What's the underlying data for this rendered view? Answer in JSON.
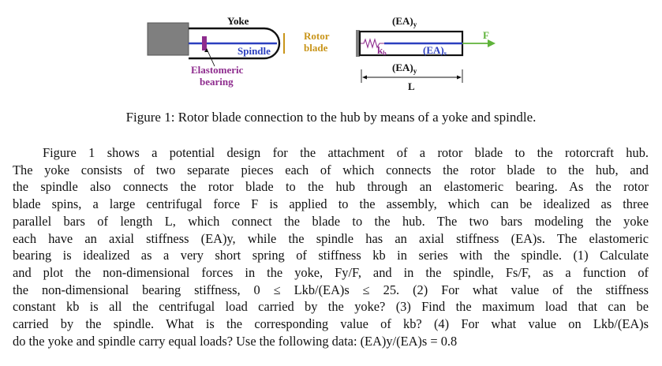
{
  "figure": {
    "labels": {
      "yoke": "Yoke",
      "spindle": "Spindle",
      "rotor_blade": [
        "Rotor",
        "blade"
      ],
      "elastomeric_bearing": [
        "Elastomeric",
        "bearing"
      ],
      "ea_top": "(EA)",
      "ea_top_sub": "y",
      "ea_mid": "(EA)",
      "ea_mid_sub": "s",
      "ea_bottom": "(EA)",
      "ea_bottom_sub": "y",
      "kb": "k",
      "kb_sub": "b",
      "force": "F",
      "length": "L"
    },
    "colors": {
      "hub": "#7f7f7f",
      "spindle": "#2b3fbf",
      "bearing": "#8e2c8e",
      "rotor": "#c9951a",
      "force_arrow": "#5fb33a",
      "black": "#111111"
    }
  },
  "caption": "Figure 1: Rotor blade connection to the hub by means of a yoke and spindle.",
  "paragraph": [
    "Figure 1 shows a potential design for the attachment of a rotor blade to the rotorcraft hub.",
    "The yoke consists of two separate pieces each of which connects the rotor blade to the hub, and",
    "the spindle also connects the rotor blade to the hub through an elastomeric bearing. As the rotor",
    "blade spins, a large centrifugal force F is applied to the assembly, which can be idealized as three",
    "parallel bars of length L, which connect the blade to the hub. The two bars modeling the yoke",
    "each have an axial stiffness (EA)y, while the spindle has an axial stiffness (EA)s. The elastomeric",
    "bearing is idealized as a very short spring of stiffness kb in series with the spindle. (1) Calculate",
    "and plot the non-dimensional forces in the yoke, Fy/F, and in the spindle, Fs/F, as a function of",
    "the non-dimensional bearing stiffness, 0 ≤ Lkb/(EA)s ≤ 25. (2) For what value of the stiffness",
    "constant kb is all the centrifugal load carried by the yoke? (3) Find the maximum load that can be",
    "carried by the spindle. What is the corresponding value of kb? (4) For what value on Lkb/(EA)s",
    "do the yoke and spindle carry equal loads? Use the following data: (EA)y/(EA)s = 0.8"
  ]
}
